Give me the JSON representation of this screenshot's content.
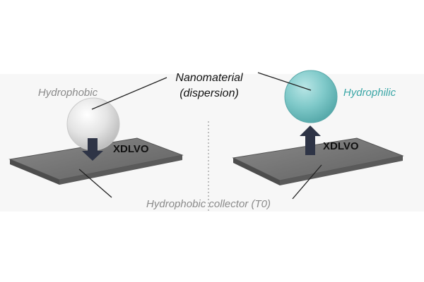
{
  "labels": {
    "left_title": "Hydrophobic",
    "right_title": "Hydrophilic",
    "center_line1": "Nanomaterial",
    "center_line2": "(dispersion)",
    "left_force": "XDLVO",
    "right_force": "XDLVO",
    "collector": "Hydrophobic collector (T0)"
  },
  "colors": {
    "background_band": "#f7f7f7",
    "plate_top": "#6f6f6f",
    "plate_edge": "#505050",
    "hydrophobic_particle": "#dcdcdc",
    "hydrophilic_particle": "#7fc9c9",
    "arrow": "#2e3446",
    "hydrophobic_text": "#8a8a8a",
    "hydrophilic_text": "#3aa6a6",
    "leader_line": "#222222"
  },
  "icons": {
    "left_arrow": "arrow-down",
    "right_arrow": "arrow-up"
  }
}
